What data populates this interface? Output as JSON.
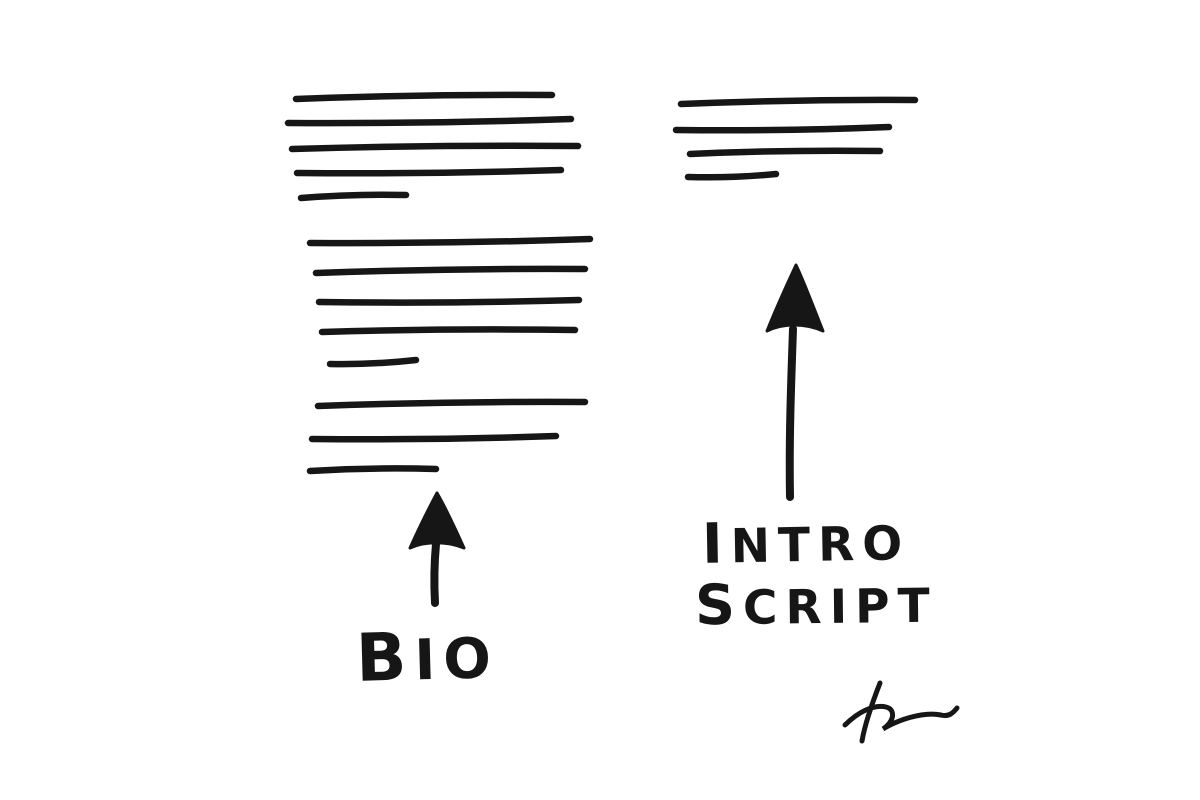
{
  "diagram": {
    "background_color": "#ffffff",
    "ink_color": "#161616",
    "annotations": {
      "bio_label": "BIO",
      "intro_label_line1": "INTRO",
      "intro_label_line2": "SCRIPT"
    },
    "icons": {
      "bio_arrow": "arrow-up",
      "intro_arrow": "arrow-up",
      "signature": "signature-squiggle"
    },
    "sketch": {
      "stroke_width": 6.5,
      "bio_block_lines": [
        [
          296,
          99,
          552,
          95
        ],
        [
          288,
          123,
          571,
          119
        ],
        [
          292,
          149,
          578,
          146
        ],
        [
          297,
          173,
          561,
          170
        ],
        [
          301,
          198,
          406,
          195
        ],
        [
          310,
          243,
          590,
          239
        ],
        [
          316,
          273,
          585,
          269
        ],
        [
          319,
          302,
          579,
          300
        ],
        [
          322,
          332,
          575,
          330
        ],
        [
          330,
          364,
          416,
          360
        ],
        [
          318,
          406,
          585,
          402
        ],
        [
          312,
          439,
          556,
          436
        ],
        [
          310,
          471,
          436,
          469
        ]
      ],
      "intro_block_lines": [
        [
          681,
          104,
          915,
          100
        ],
        [
          676,
          130,
          889,
          127
        ],
        [
          690,
          154,
          880,
          151
        ],
        [
          688,
          177,
          776,
          174
        ]
      ]
    }
  }
}
